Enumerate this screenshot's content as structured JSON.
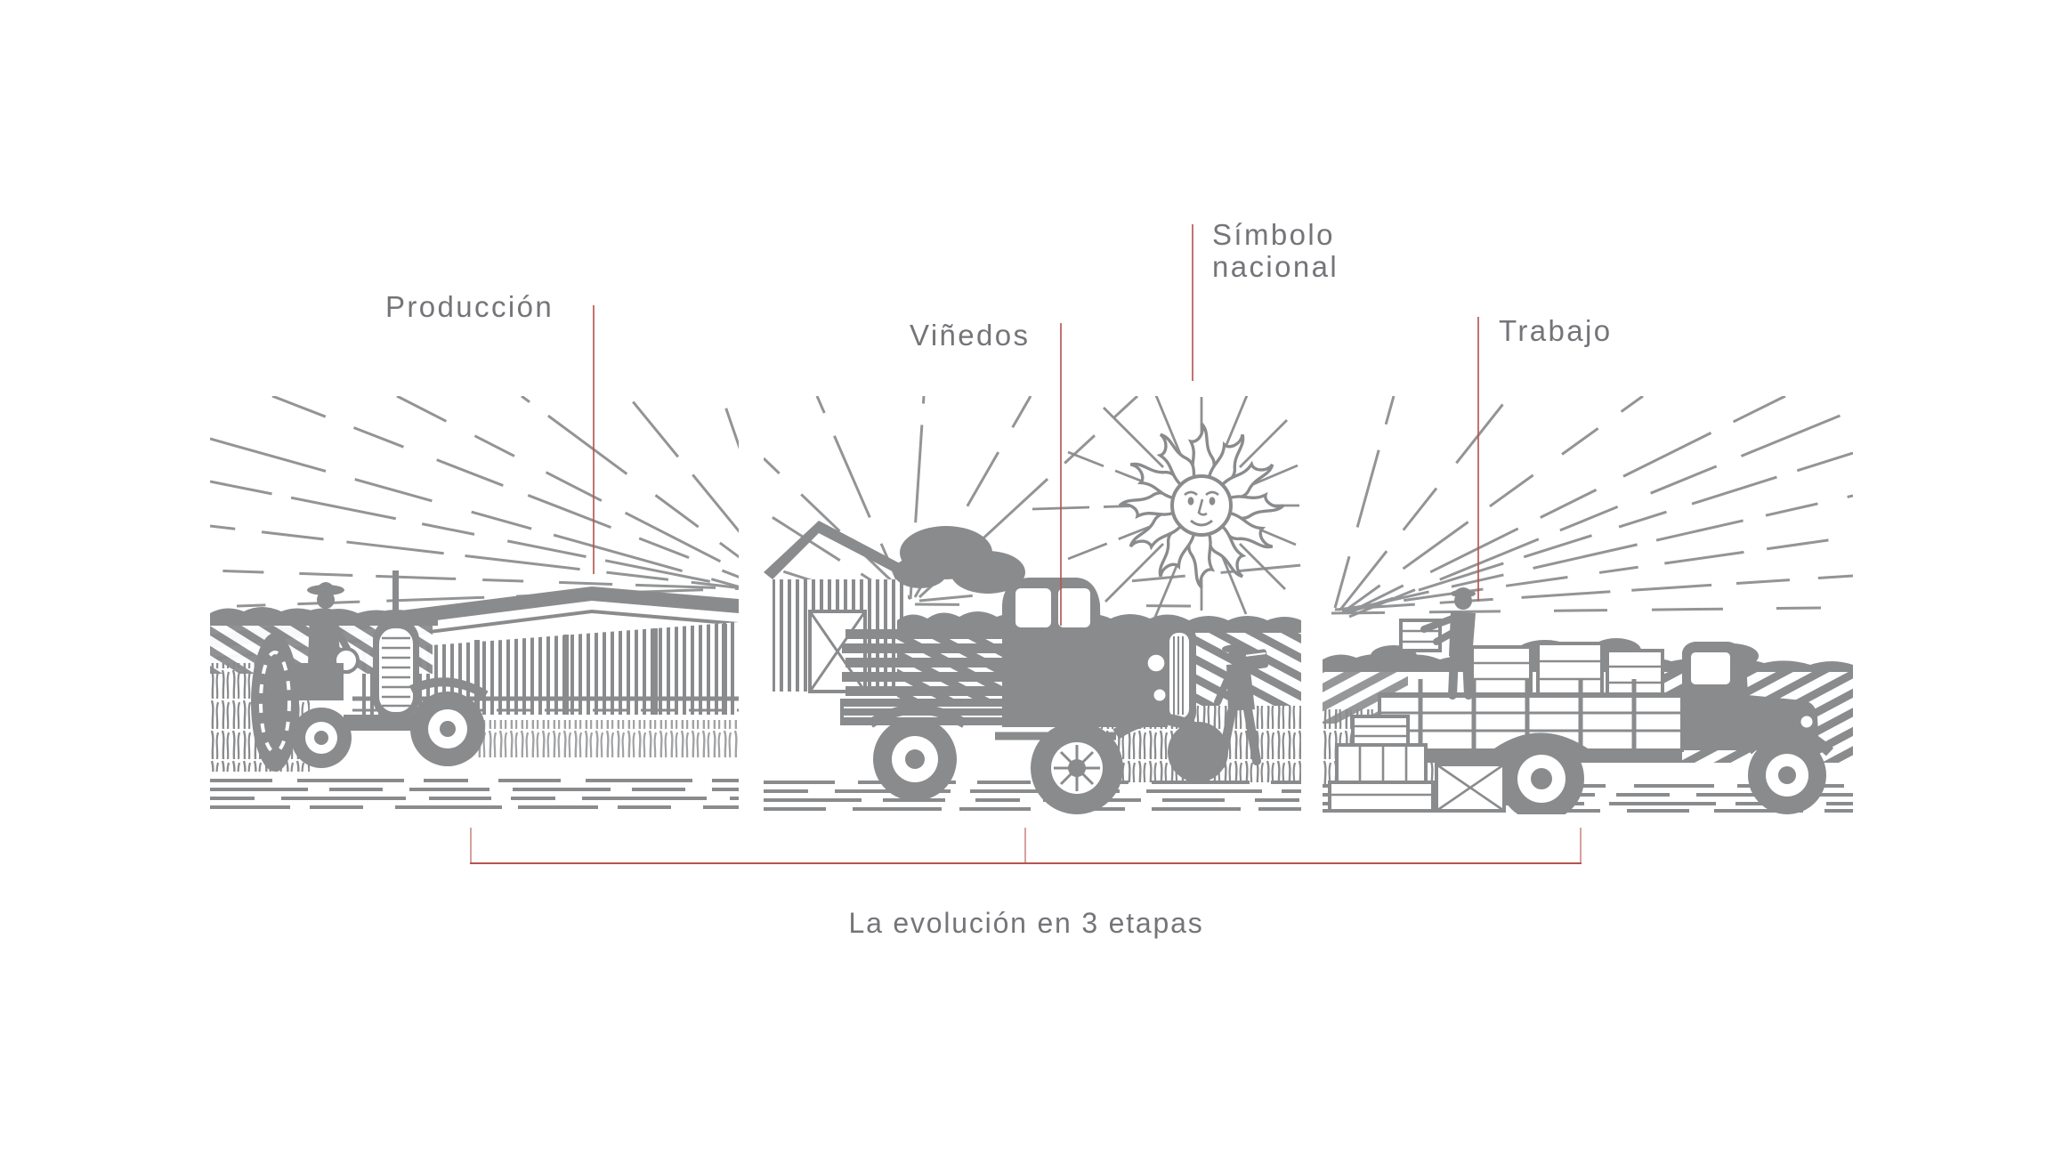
{
  "theme": {
    "background_color": "#ffffff",
    "accent_color": "#b5544f",
    "ink_color": "#8a8b8d",
    "label_color": "#747579"
  },
  "callouts": {
    "produccion": {
      "label": "Producción"
    },
    "vinedos": {
      "label": "Viñedos"
    },
    "simbolo_nacional": {
      "line1": "Símbolo",
      "line2": "nacional"
    },
    "trabajo": {
      "label": "Trabajo"
    }
  },
  "caption": {
    "label": "La evolución en 3 etapas"
  },
  "panels": {
    "panel1": {
      "icon": "tractor-and-barn-engraving"
    },
    "panel2": {
      "icon": "pickup-vineyard-and-sun-engraving"
    },
    "panel3": {
      "icon": "workers-loading-truck-engraving"
    }
  }
}
